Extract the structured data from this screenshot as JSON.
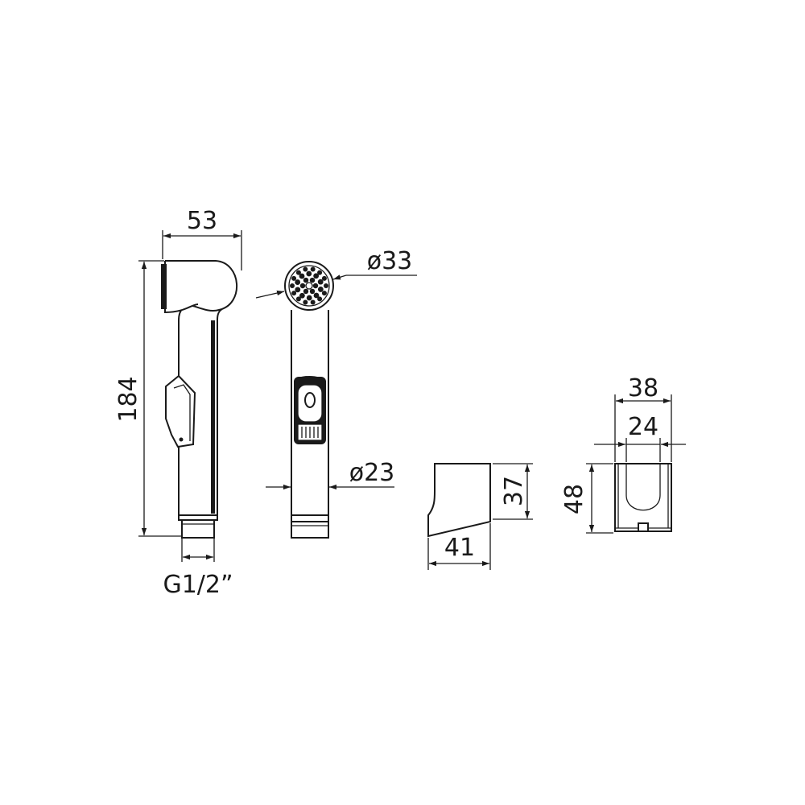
{
  "dimensions": {
    "handle_width": "53",
    "handle_height": "184",
    "thread": "G1/2”",
    "head_diameter": "ø33",
    "stem_diameter": "ø23",
    "holder_side_height": "37",
    "holder_side_depth": "41",
    "holder_front_outer_width": "38",
    "holder_front_inner_width": "24",
    "holder_front_height": "48"
  }
}
